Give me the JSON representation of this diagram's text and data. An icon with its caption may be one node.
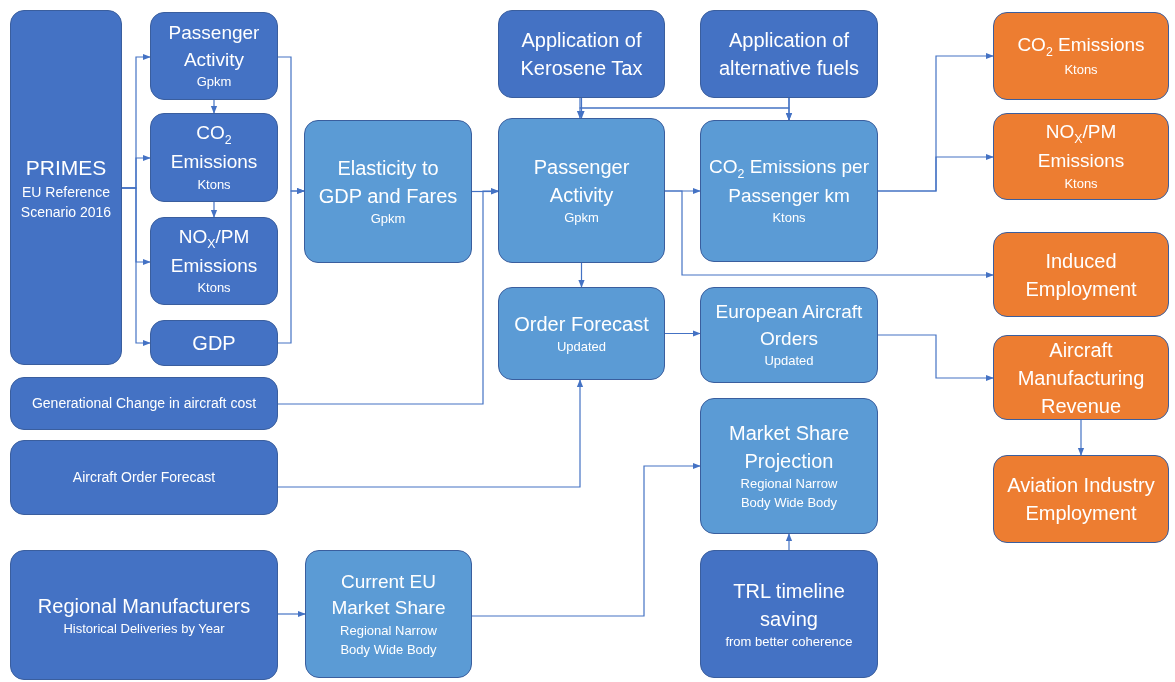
{
  "diagram": {
    "nodes": [
      {
        "text": [
          "PRIMES",
          "EU Reference Scenario 2016"
        ]
      },
      {
        "text": [
          "Passenger Activity",
          "Gpkm"
        ]
      },
      {
        "text": [
          "CO$_{2}$ Emissions",
          "Ktons"
        ]
      },
      {
        "text": [
          "NO$_{X}$/PM Emissions",
          "Ktons"
        ]
      },
      {
        "text": [
          "GDP"
        ]
      },
      {
        "text": [
          "Generational Change in aircraft cost"
        ]
      },
      {
        "text": [
          "Aircraft Order Forecast"
        ]
      },
      {
        "text": [
          "Regional Manufacturers",
          "Historical Deliveries by Year"
        ]
      },
      {
        "text": [
          "Elasticity to GDP and Fares",
          "Gpkm"
        ]
      },
      {
        "text": [
          "Application of Kerosene Tax"
        ]
      },
      {
        "text": [
          "Application of alternative fuels"
        ]
      },
      {
        "text": [
          "Passenger Activity",
          "Gpkm"
        ]
      },
      {
        "text": [
          "CO$_{2}$ Emissions per Passenger km",
          "Ktons"
        ]
      },
      {
        "text": [
          "Order Forecast",
          "Updated"
        ]
      },
      {
        "text": [
          "European Aircraft Orders",
          "Updated"
        ]
      },
      {
        "text": [
          "Market Share Projection",
          "Regional Narrow Body Wide Body"
        ]
      },
      {
        "text": [
          "Current EU Market Share",
          "Regional Narrow Body Wide Body"
        ]
      },
      {
        "text": [
          "TRL timeline saving",
          "from better coherence"
        ]
      },
      {
        "text": [
          "CO$_{2}$ Emissions",
          "Ktons"
        ]
      },
      {
        "text": [
          "NO$_{X}$/PM Emissions",
          "Ktons"
        ]
      },
      {
        "text": [
          "Induced Employment"
        ]
      },
      {
        "text": [
          "Aircraft Manufacturing Revenue"
        ]
      },
      {
        "text": [
          "Aviation Industry Employment"
        ]
      }
    ],
    "edges": [
      {
        "from": 0,
        "to": 1,
        "arrow": "to"
      },
      {
        "from": 0,
        "to": 2,
        "arrow": "to"
      },
      {
        "from": 0,
        "to": 3,
        "arrow": "to"
      },
      {
        "from": 0,
        "to": 4,
        "arrow": "to"
      },
      {
        "from": 1,
        "to": 2,
        "arrow": "to"
      },
      {
        "from": 2,
        "to": 3,
        "arrow": "to"
      },
      {
        "from": 1,
        "to": 8,
        "arrow": "to"
      },
      {
        "from": 4,
        "to": 8,
        "arrow": "to"
      },
      {
        "from": 8,
        "to": 11,
        "arrow": "to"
      },
      {
        "from": 5,
        "to": 11,
        "arrow": "to"
      },
      {
        "from": 9,
        "to": 11,
        "arrow": "to"
      },
      {
        "from": 9,
        "to": 12,
        "arrow": "to"
      },
      {
        "from": 10,
        "to": 11,
        "arrow": "to"
      },
      {
        "from": 10,
        "to": 12,
        "arrow": "to"
      },
      {
        "from": 11,
        "to": 12,
        "arrow": "to"
      },
      {
        "from": 11,
        "to": 20,
        "arrow": "to"
      },
      {
        "from": 11,
        "to": 13,
        "arrow": "to"
      },
      {
        "from": 12,
        "to": 18,
        "arrow": "to"
      },
      {
        "from": 12,
        "to": 19,
        "arrow": "to"
      },
      {
        "from": 13,
        "to": 14,
        "arrow": "to"
      },
      {
        "from": 14,
        "to": 21,
        "arrow": "to"
      },
      {
        "from": 21,
        "to": 22,
        "arrow": "to"
      },
      {
        "from": 6,
        "to": 13,
        "arrow": "to"
      },
      {
        "from": 7,
        "to": 16,
        "arrow": "to"
      },
      {
        "from": 16,
        "to": 15,
        "arrow": "to"
      },
      {
        "from": 17,
        "to": 15,
        "arrow": "to"
      }
    ]
  }
}
